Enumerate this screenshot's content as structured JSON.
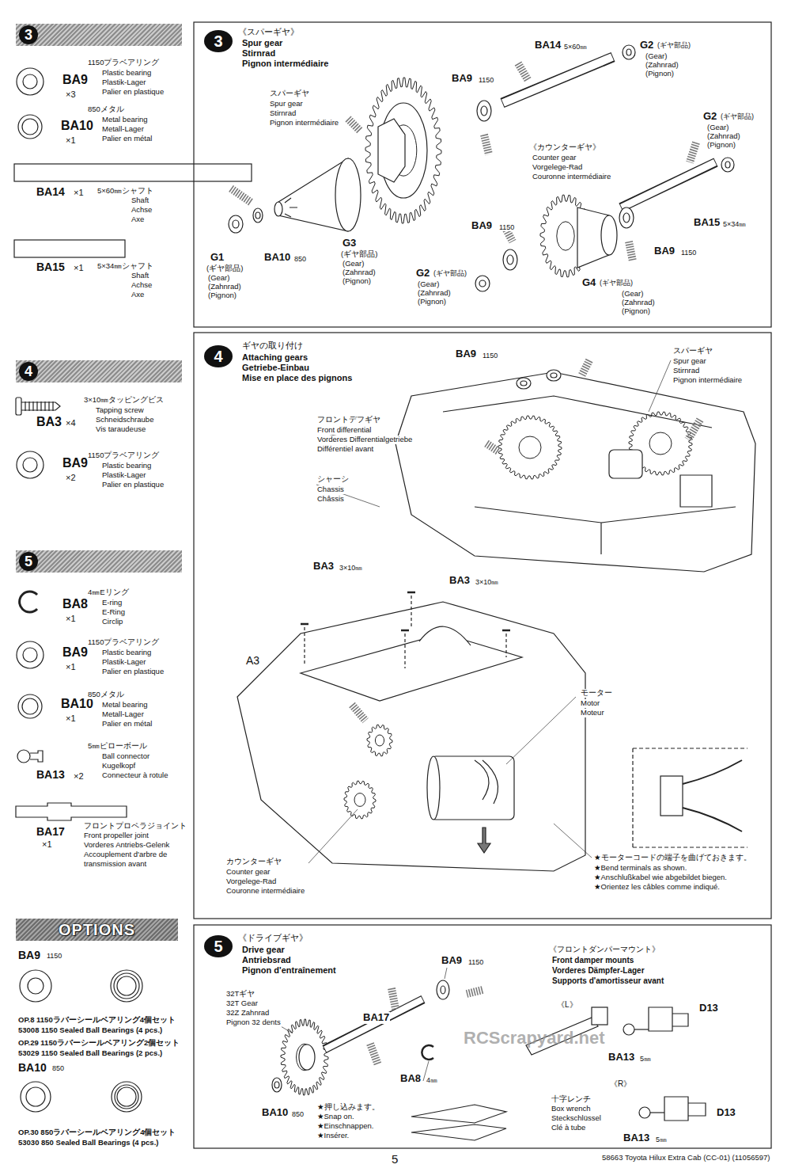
{
  "diagram": {
    "nodes": [
      {
        "text": [
          "3"
        ]
      },
      {
        "text": [
          "3"
        ]
      },
      {
        "text": [
          "4"
        ]
      },
      {
        "text": [
          "4"
        ]
      },
      {
        "text": [
          "5"
        ]
      },
      {
        "text": [
          "5"
        ]
      },
      {
        "text": [
          "OPTIONS"
        ]
      }
    ],
    "labels": [
      "BA9",
      "×3",
      "1150プラベアリング",
      "Plastic bearing",
      "Plastik-Lager",
      "Palier en plastique",
      "BA10",
      "×1",
      "850メタル",
      "Metal bearing",
      "Metall-Lager",
      "Palier en métal",
      "BA14",
      "×1",
      "5×60㎜シャフト",
      "Shaft",
      "Achse",
      "Axe",
      "BA15",
      "×1",
      "5×34㎜シャフト",
      "Shaft",
      "Achse",
      "Axe",
      "3×10㎜タッピングビス",
      "Tapping screw",
      "Schneidschraube",
      "Vis taraudeuse",
      "BA3",
      "×4",
      "BA9",
      "×2",
      "1150プラベアリング",
      "Plastic bearing",
      "Plastik-Lager",
      "Palier en plastique",
      "4㎜Eリング",
      "E-ring",
      "E-Ring",
      "Circlip",
      "BA8",
      "×1",
      "1150プラベアリング",
      "Plastic bearing",
      "Plastik-Lager",
      "Palier en plastique",
      "BA9",
      "×1",
      "BA10",
      "×1",
      "850メタル",
      "Metal bearing",
      "Metall-Lager",
      "Palier en métal",
      "5㎜ピローボール",
      "Ball connector",
      "Kugelkopf",
      "Connecteur à rotule",
      "BA13",
      "×2",
      "BA17",
      "×1",
      "フロントプロペラジョイント",
      "Front propeller joint",
      "Vorderes Antriebs-Gelenk",
      "Accouplement d'arbre de",
      "transmission avant",
      "BA9",
      "1150",
      "OP.8 1150ラバーシールベアリング4個セット",
      "53008 1150 Sealed Ball Bearings (4 pcs.)",
      "OP.29 1150ラバーシールベアリング2個セット",
      "53029 1150 Sealed Ball Bearings (2 pcs.)",
      "BA10",
      "850",
      "OP.30 850ラバーシールベアリング4個セット",
      "53030 850 Sealed Ball Bearings (4 pcs.)",
      "《スパーギヤ》",
      "Spur gear",
      "Stirnrad",
      "Pignon intermédiaire",
      "スパーギヤ",
      "Spur gear",
      "Stirnrad",
      "Pignon intermédiaire",
      "BA14",
      "5×60㎜",
      "G2",
      "(ギヤ部品)",
      "(Gear)",
      "(Zahnrad)",
      "(Pignon)",
      "BA9",
      "1150",
      "G2",
      "(ギヤ部品)",
      "(Gear)",
      "(Zahnrad)",
      "(Pignon)",
      "《カウンターギヤ》",
      "Counter gear",
      "Vorgelege-Rad",
      "Couronne intermédiaire",
      "BA9",
      "1150",
      "BA9",
      "1150",
      "BA15",
      "5×34㎜",
      "G1",
      "(ギヤ部品)",
      "(Gear)",
      "(Zahnrad)",
      "(Pignon)",
      "BA10",
      "850",
      "G3",
      "(ギヤ部品)",
      "(Gear)",
      "(Zahnrad)",
      "(Pignon)",
      "G2",
      "(ギヤ部品)",
      "(Gear)",
      "(Zahnrad)",
      "(Pignon)",
      "G4",
      "(ギヤ部品)",
      "(Gear)",
      "(Zahnrad)",
      "(Pignon)",
      "ギヤの取り付け",
      "Attaching gears",
      "Getriebe-Einbau",
      "Mise en place des pignons",
      "BA9",
      "1150",
      "スパーギヤ",
      "Spur gear",
      "Stirnrad",
      "Pignon intermédiaire",
      "フロントデフギヤ",
      "Front differential",
      "Vorderes Differentialgetriebe",
      "Différentiel avant",
      "シャーシ",
      "Chassis",
      "Châssis",
      "BA3",
      "3×10㎜",
      "BA3",
      "3×10㎜",
      "A3",
      "モーター",
      "Motor",
      "Moteur",
      "★モーターコードの端子を曲げておきます。",
      "★Bend terminals as shown.",
      "★Anschlußkabel wie abgebildet biegen.",
      "★Orientez les câbles comme indiqué.",
      "カウンターギヤ",
      "Counter gear",
      "Vorgelege-Rad",
      "Couronne intermédiaire",
      "《ドライブギヤ》",
      "Drive gear",
      "Antriebsrad",
      "Pignon d'entraînement",
      "BA9",
      "1150",
      "32Tギヤ",
      "32T Gear",
      "32Z Zahnrad",
      "Pignon 32 dents",
      "BA17",
      "BA8",
      "4㎜",
      "BA10",
      "850",
      "★押し込みます。",
      "★Snap on.",
      "★Einschnappen.",
      "★Insérer.",
      "《フロントダンパーマウント》",
      "Front damper mounts",
      "Vorderes Dämpfer-Lager",
      "Supports d'amortisseur avant",
      "《L》",
      "D13",
      "BA13",
      "5㎜",
      "《R》",
      "十字レンチ",
      "Box wrench",
      "Steckschlüssel",
      "Clé à tube",
      "D13",
      "BA13",
      "5㎜",
      "5",
      "58663 Toyota Hilux Extra Cab (CC-01) (11056597)",
      "RCScrapyard.net"
    ]
  }
}
